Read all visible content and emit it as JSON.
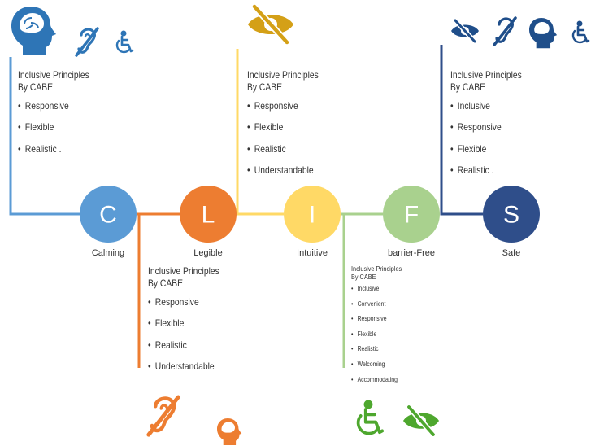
{
  "heading_line1": "Inclusive Principles",
  "heading_line2": "By CABE",
  "letters": [
    {
      "letter": "C",
      "caption": "Calming",
      "color": "#5b9bd5"
    },
    {
      "letter": "L",
      "caption": "Legible",
      "color": "#ed7d31"
    },
    {
      "letter": "I",
      "caption": "Intuitive",
      "color": "#ffd966"
    },
    {
      "letter": "F",
      "caption": "barrier-Free",
      "color": "#a9d18e"
    },
    {
      "letter": "S",
      "caption": "Safe",
      "color": "#2f4e8a"
    }
  ],
  "panels": {
    "calming": [
      "Responsive",
      "Flexible",
      "Realistic ."
    ],
    "legible": [
      "Responsive",
      "Flexible",
      "Realistic",
      "Understandable"
    ],
    "intuitive": [
      "Responsive",
      "Flexible",
      "Realistic",
      "Understandable"
    ],
    "barrier_free": [
      "Inclusive",
      "Convenient",
      "Responsive",
      "Flexible",
      "Realistic",
      "Welcoming",
      "Accommodating"
    ],
    "safe": [
      "Inclusive",
      "Responsive",
      "Flexible",
      "Realistic ."
    ]
  },
  "icons": {
    "calming": [
      "head-brain-icon",
      "hearing-icon",
      "wheelchair-icon"
    ],
    "intuitive": [
      "eye-slash-icon"
    ],
    "safe": [
      "eye-slash-icon",
      "hearing-icon",
      "head-brain-icon",
      "wheelchair-icon"
    ],
    "legible": [
      "hearing-icon",
      "head-brain-icon"
    ],
    "barrier_free": [
      "wheelchair-icon",
      "eye-slash-icon"
    ]
  },
  "colors": {
    "blue": "#5b9bd5",
    "orange": "#ed7d31",
    "yellow": "#ffd966",
    "green": "#a9d18e",
    "navy": "#2f4e8a",
    "icon_blue": "#2e75b6",
    "icon_orange": "#ed7d31",
    "icon_gold": "#d4a017",
    "icon_green": "#4ea72e"
  }
}
